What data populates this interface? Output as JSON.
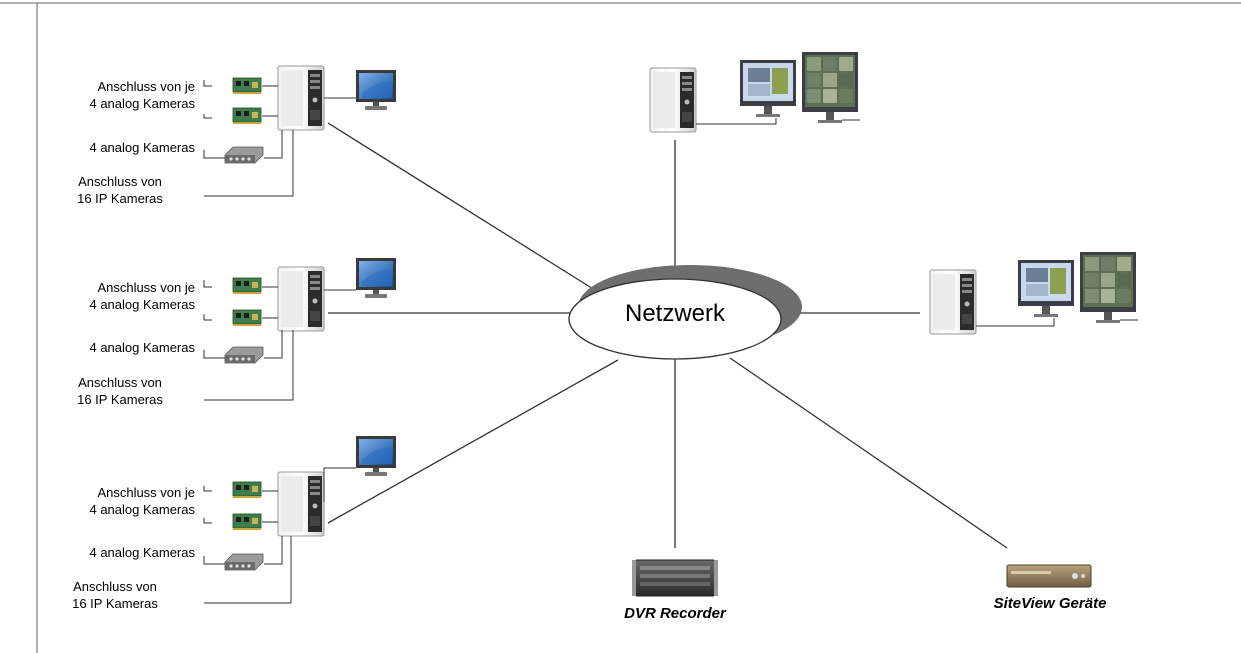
{
  "network": {
    "label": "Netzwerk"
  },
  "clusters": [
    {
      "card_label_1": "Anschluss von je",
      "card_label_2": "4 analog Kameras",
      "encoder_label": "4 analog Kameras",
      "ip_label_1": "Anschluss von",
      "ip_label_2": "16 IP Kameras"
    },
    {
      "card_label_1": "Anschluss von je",
      "card_label_2": "4 analog Kameras",
      "encoder_label": "4 analog Kameras",
      "ip_label_1": "Anschluss von",
      "ip_label_2": "16 IP Kameras"
    },
    {
      "card_label_1": "Anschluss von je",
      "card_label_2": "4 analog Kameras",
      "encoder_label": "4 analog Kameras",
      "ip_label_1": "Anschluss von",
      "ip_label_2": "16 IP Kameras"
    }
  ],
  "devices": {
    "dvr_label": "DVR Recorder",
    "siteview_label": "SiteView Geräte"
  },
  "colors": {
    "line": "#333333",
    "card_green": "#3f7d4a",
    "monitor_blue": "#1f5fae",
    "tower_gray": "#d9d9d9"
  }
}
